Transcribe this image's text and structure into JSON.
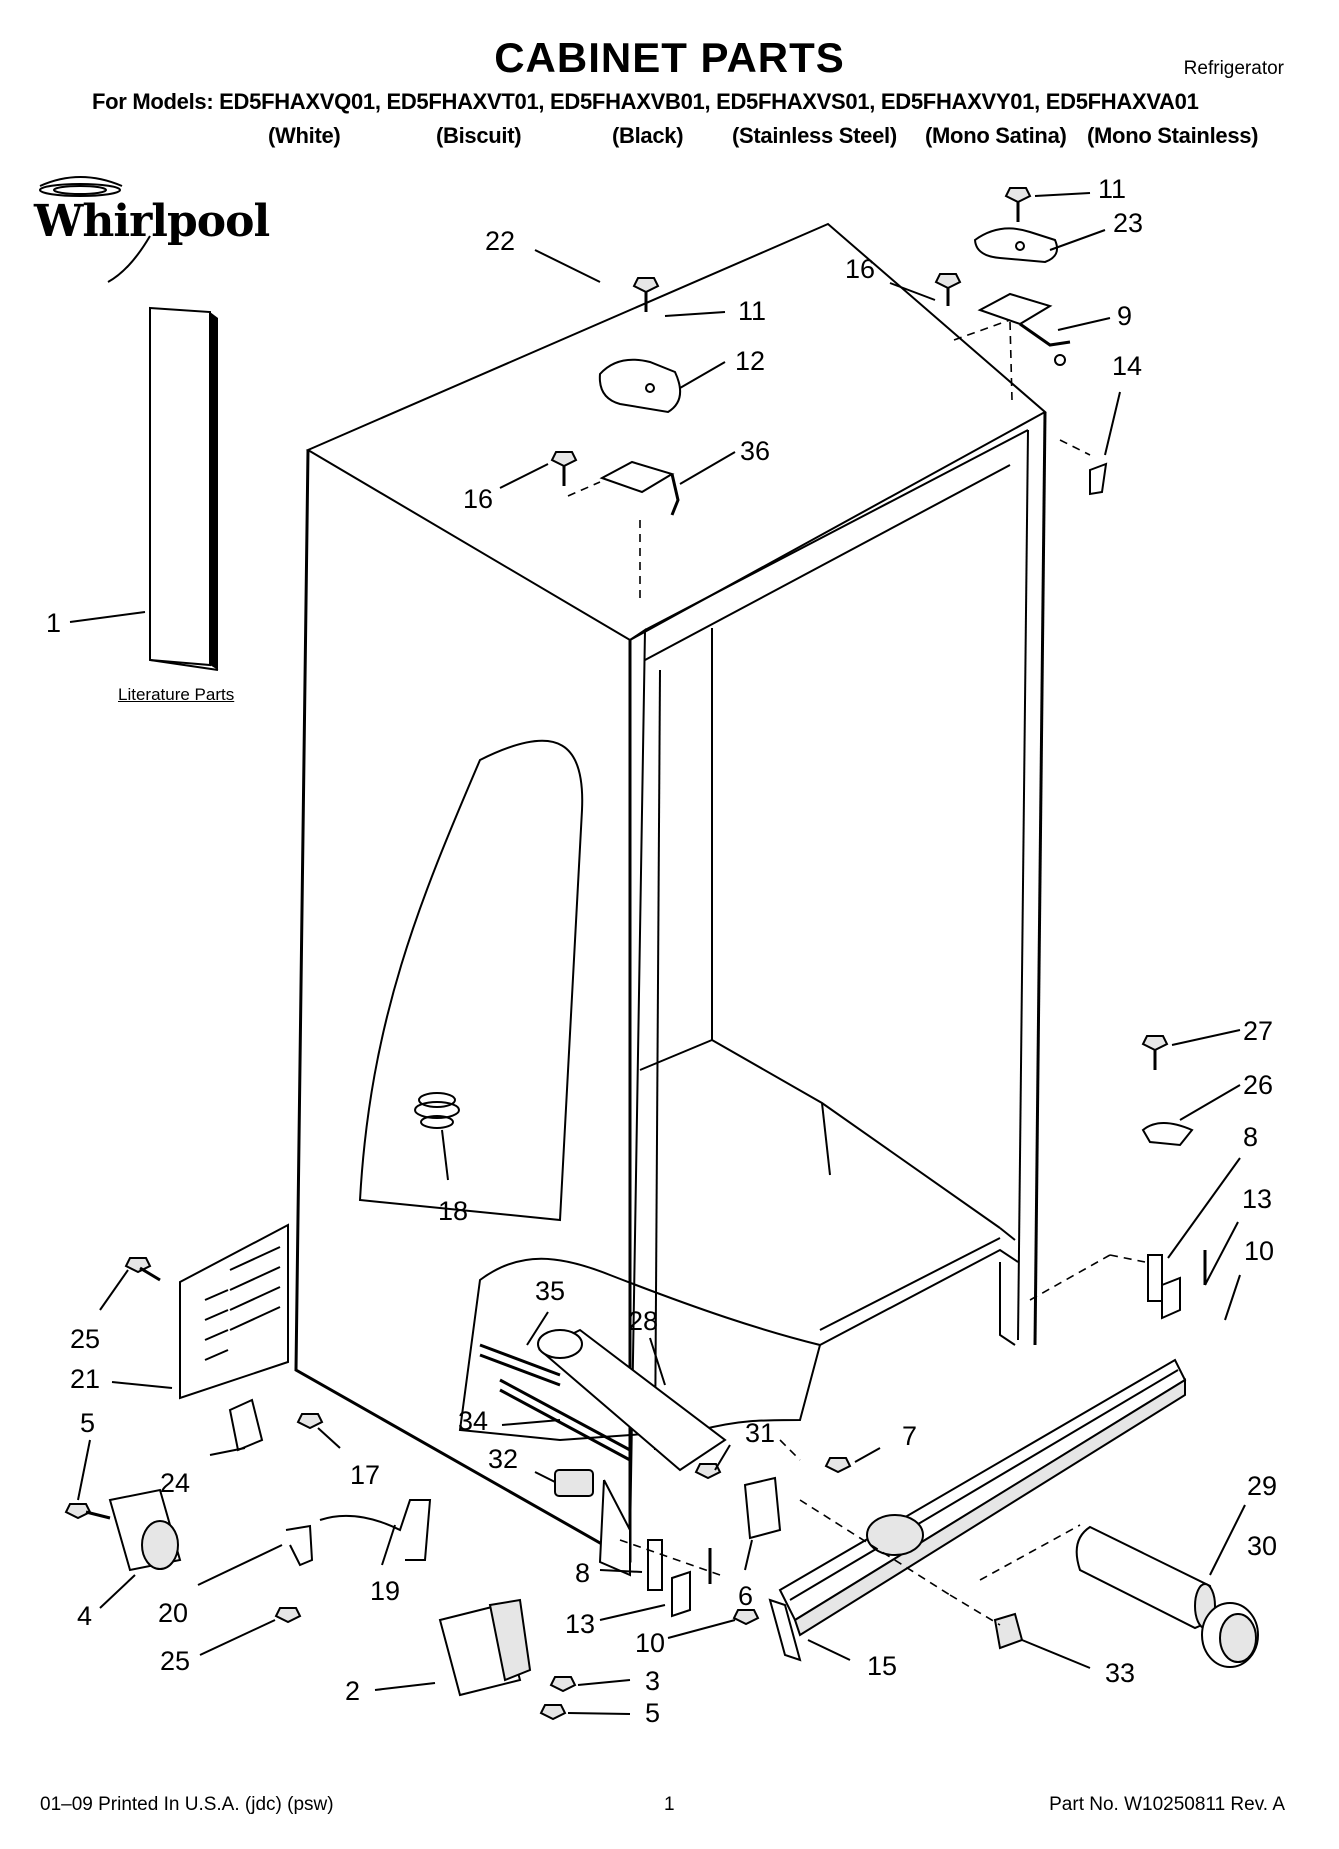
{
  "header": {
    "title": "CABINET PARTS",
    "product_type": "Refrigerator",
    "models_line": "For Models: ED5FHAXVQ01, ED5FHAXVT01, ED5FHAXVB01, ED5FHAXVS01, ED5FHAXVY01, ED5FHAXVA01",
    "colors": [
      "(White)",
      "(Biscuit)",
      "(Black)",
      "(Stainless Steel)",
      "(Mono Satina)",
      "(Mono Stainless)"
    ]
  },
  "brand": {
    "logo_text": "Whirlpool"
  },
  "diagram": {
    "literature_label": "Literature Parts",
    "callouts": [
      "11",
      "23",
      "22",
      "16",
      "11",
      "9",
      "12",
      "14",
      "36",
      "16",
      "1",
      "27",
      "26",
      "8",
      "13",
      "10",
      "18",
      "35",
      "28",
      "25",
      "21",
      "34",
      "31",
      "7",
      "5",
      "32",
      "24",
      "17",
      "29",
      "30",
      "8",
      "6",
      "20",
      "19",
      "13",
      "10",
      "4",
      "25",
      "15",
      "33",
      "2",
      "3",
      "5"
    ]
  },
  "footer": {
    "left": "01–09 Printed In U.S.A. (jdc) (psw)",
    "page": "1",
    "right": "Part No. W10250811 Rev. A"
  }
}
